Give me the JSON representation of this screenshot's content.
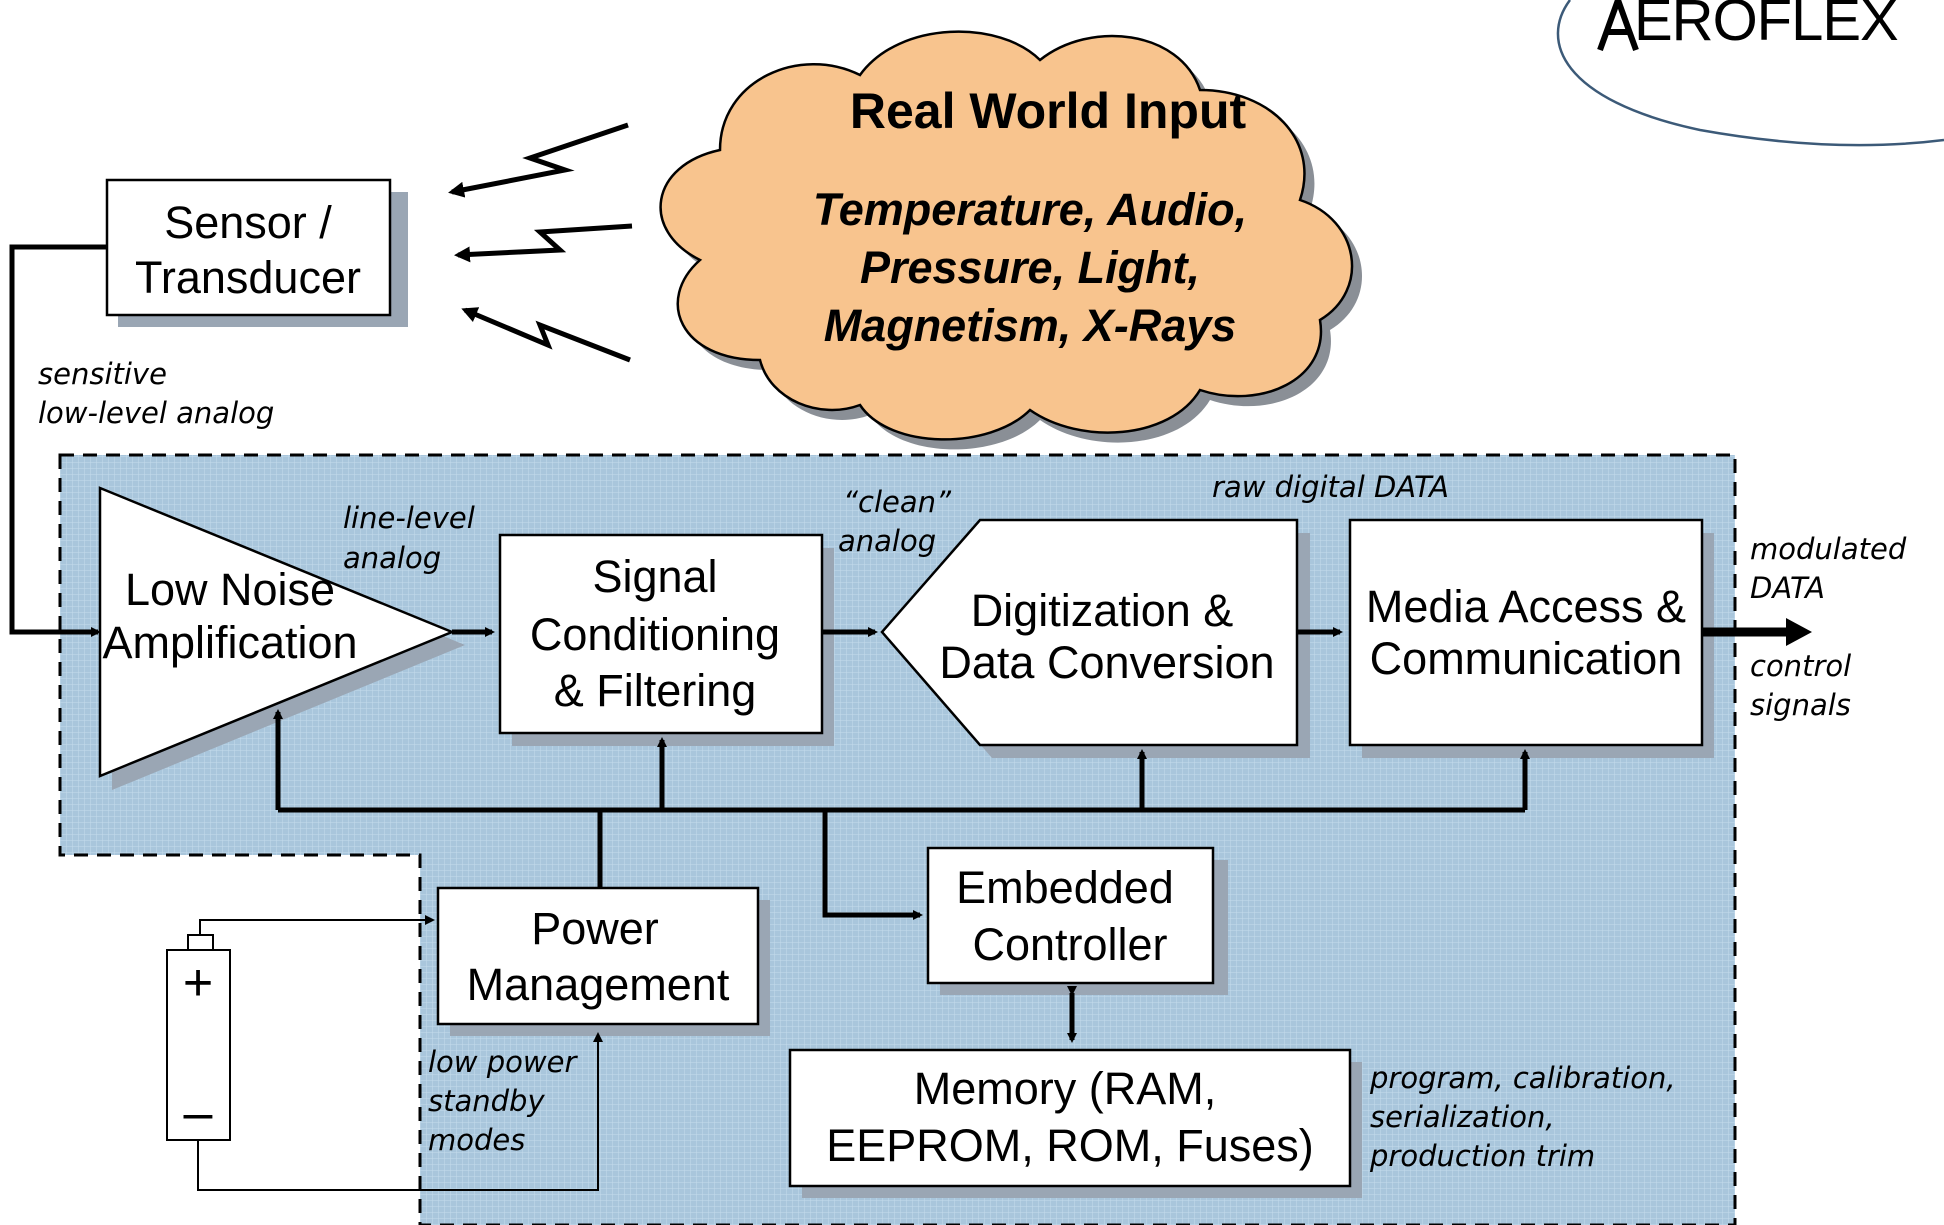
{
  "logo": {
    "text": "EROFLEX"
  },
  "cloud": {
    "title": "Real World Input",
    "lines": [
      "Temperature, Audio,",
      "Pressure, Light,",
      "Magnetism, X-Rays"
    ]
  },
  "blocks": {
    "sensor": [
      "Sensor /",
      "Transducer"
    ],
    "lna": [
      "Low Noise",
      "Amplification"
    ],
    "signal": [
      "Signal",
      "Conditioning",
      "& Filtering"
    ],
    "digitization": [
      "Digitization &",
      "Data Conversion"
    ],
    "media": [
      "Media Access &",
      "Communication"
    ],
    "embedded": [
      "Embedded",
      "Controller"
    ],
    "power": [
      "Power",
      "Management"
    ],
    "memory": [
      "Memory (RAM,",
      "EEPROM, ROM, Fuses)"
    ]
  },
  "battery": {
    "plus": "+",
    "minus": "–"
  },
  "notes": {
    "sensitive": [
      "sensitive",
      "low-level analog"
    ],
    "line_level": [
      "line-level",
      "analog"
    ],
    "clean": [
      "“clean”",
      "analog"
    ],
    "raw_digital": "raw digital DATA",
    "modulated": [
      "modulated",
      "DATA"
    ],
    "control": [
      "control",
      "signals"
    ],
    "low_power": [
      "low power",
      "standby",
      "modes"
    ],
    "program": [
      "program, calibration,",
      "serialization,",
      "production trim"
    ]
  },
  "colors": {
    "region_fill": "#a9c6dc",
    "cloud_fill": "#f8c48e",
    "shadow": "#9aa6b4"
  },
  "icons": [
    "lightning-arrow-icon",
    "battery-icon",
    "aeroflex-logo-icon"
  ]
}
